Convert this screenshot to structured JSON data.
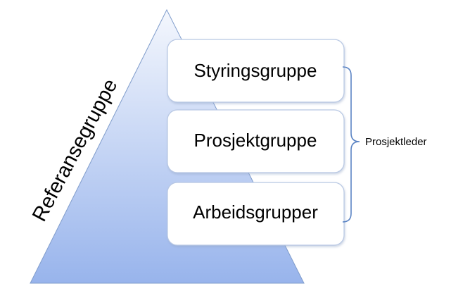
{
  "pyramid": {
    "side_label": "Referansegruppe",
    "gradient_top_color": "#f4f7fd",
    "gradient_bottom_color": "#98b4ec",
    "outline_color": "#7f9ccb"
  },
  "groups": [
    {
      "label": "Styringsgruppe"
    },
    {
      "label": "Prosjektgruppe"
    },
    {
      "label": "Arbeidsgrupper"
    }
  ],
  "bracket": {
    "label": "Prosjektleder",
    "color": "#5b84c4"
  },
  "colors": {
    "box_fill": "#ffffff",
    "box_border": "#b7c7e3",
    "text": "#000000"
  }
}
